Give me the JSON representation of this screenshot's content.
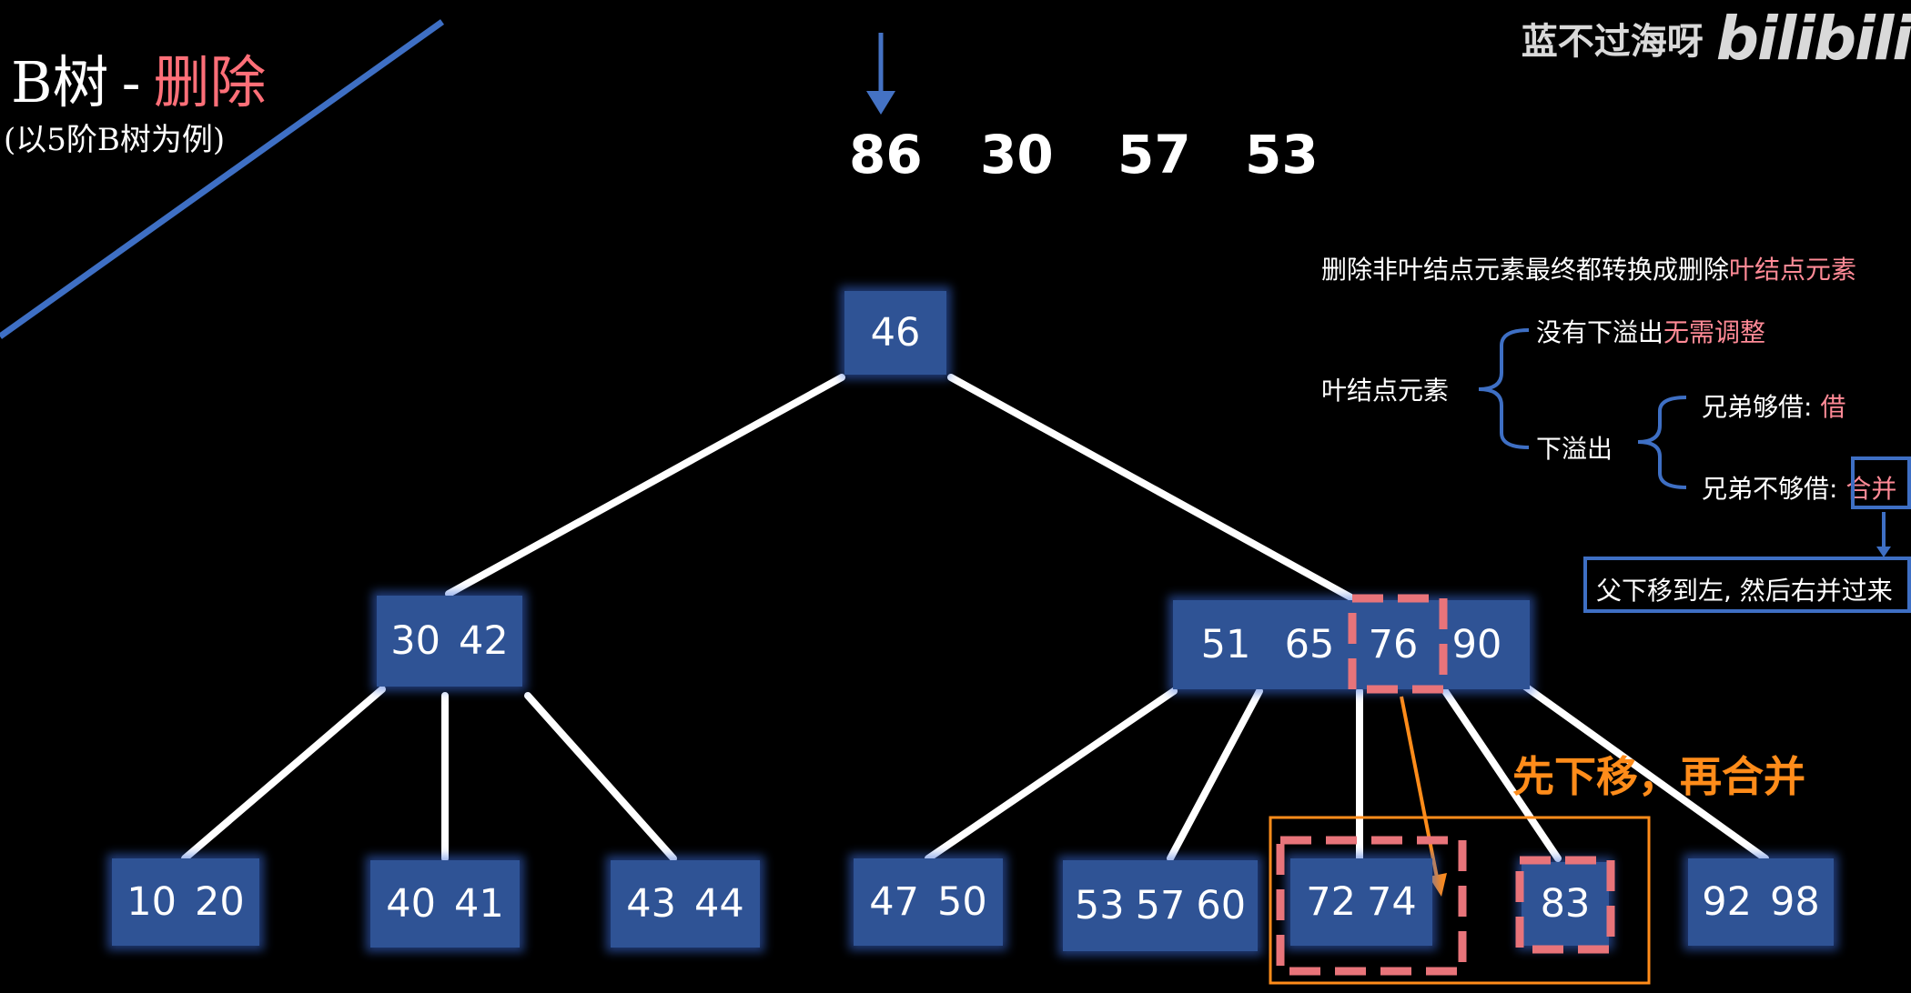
{
  "title": {
    "main": "B树",
    "sep": "-",
    "highlight": "删除"
  },
  "subtitle": "(以5阶B树为例)",
  "sequence": [
    "86",
    "30",
    "57",
    "53"
  ],
  "watermark": {
    "uploader": "蓝不过海呀",
    "brand": "bilibili"
  },
  "tree": {
    "root": [
      "46"
    ],
    "level1": [
      [
        "30",
        "42"
      ],
      [
        "51",
        "65",
        "76",
        "90"
      ]
    ],
    "leaves": [
      [
        "10",
        "20"
      ],
      [
        "40",
        "41"
      ],
      [
        "43",
        "44"
      ],
      [
        "47",
        "50"
      ],
      [
        "53",
        "57",
        "60"
      ],
      [
        "72",
        "74"
      ],
      [
        "83"
      ],
      [
        "92",
        "98"
      ]
    ]
  },
  "notes": {
    "line1_a": "删除非叶结点元素最终都转换成删除",
    "line1_b": "叶结点元素",
    "leaf_label": "叶结点元素",
    "no_underflow_a": "没有下溢出",
    "no_underflow_b": "无需调整",
    "underflow": "下溢出",
    "borrow_a": "兄弟够借: ",
    "borrow_b": "借",
    "merge_a": "兄弟不够借: ",
    "merge_b": "合并",
    "merge_desc": "父下移到左, 然后右并过来"
  },
  "annotation": "先下移，再合并",
  "colors": {
    "node": "#2f5395",
    "node_glow": "#3c6edc",
    "highlight_red": "#ff6f78",
    "dashed_box": "#e8747a",
    "orange": "#ff8c1a",
    "accent_blue": "#3e6fc4"
  }
}
